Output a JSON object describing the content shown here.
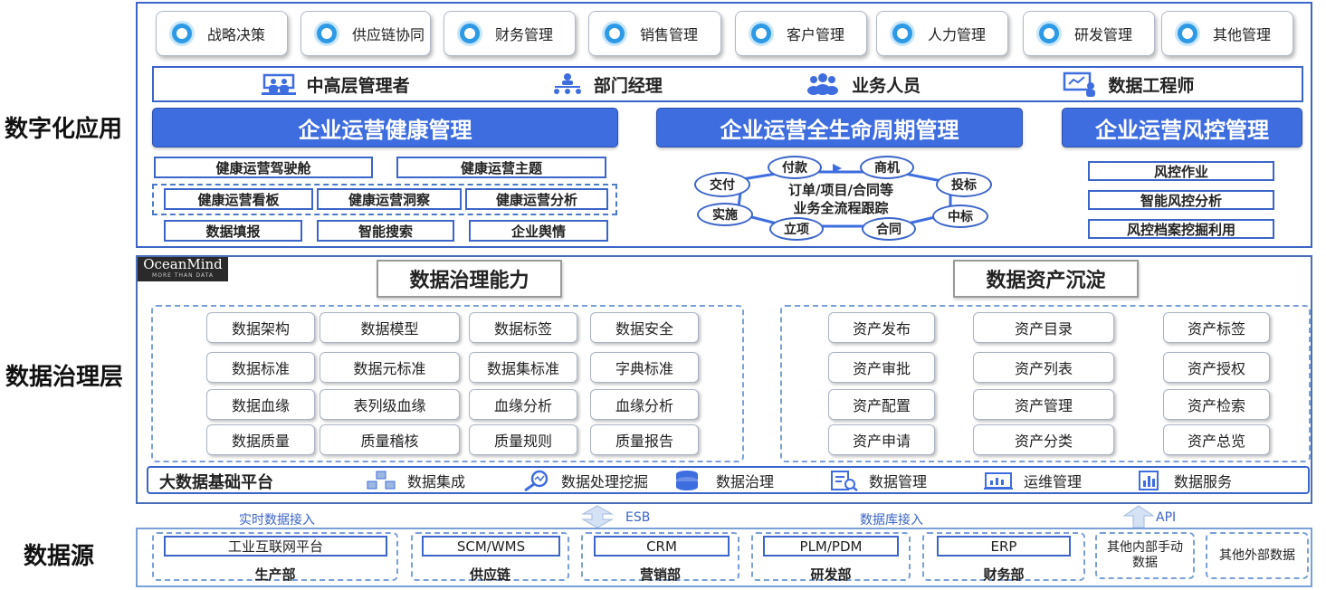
{
  "layers": {
    "application": "数字化应用",
    "governance": "数据治理层",
    "source": "数据源"
  },
  "apps": [
    "战略决策",
    "供应链协同",
    "财务管理",
    "销售管理",
    "客户管理",
    "人力管理",
    "研发管理",
    "其他管理"
  ],
  "roles": [
    "中高层管理者",
    "部门经理",
    "业务人员",
    "数据工程师"
  ],
  "banners": {
    "health": "企业运营健康管理",
    "lifecycle": "企业运营全生命周期管理",
    "risk": "企业运营风控管理"
  },
  "health_items": {
    "row1": [
      "健康运营驾驶舱",
      "健康运营主题"
    ],
    "row2": [
      "健康运营看板",
      "健康运营洞察",
      "健康运营分析"
    ],
    "row3": [
      "数据填报",
      "智能搜索",
      "企业舆情"
    ]
  },
  "lifecycle": {
    "center_line1": "订单/项目/合同等",
    "center_line2": "业务全流程跟踪",
    "nodes": [
      "付款",
      "商机",
      "投标",
      "中标",
      "合同",
      "立项",
      "实施",
      "交付"
    ]
  },
  "risk_items": [
    "风控作业",
    "智能风控分析",
    "风控档案挖掘利用"
  ],
  "logo": {
    "name": "OceanMind",
    "tagline": "MORE THAN DATA"
  },
  "governance_title": "数据治理能力",
  "governance_items": [
    [
      "数据架构",
      "数据模型",
      "数据标签",
      "数据安全"
    ],
    [
      "数据标准",
      "数据元标准",
      "数据集标准",
      "字典标准"
    ],
    [
      "数据血缘",
      "表列级血缘",
      "血缘分析",
      "血缘分析"
    ],
    [
      "数据质量",
      "质量稽核",
      "质量规则",
      "质量报告"
    ]
  ],
  "asset_title": "数据资产沉淀",
  "asset_items": [
    [
      "资产发布",
      "资产目录",
      "资产标签"
    ],
    [
      "资产审批",
      "资产列表",
      "资产授权"
    ],
    [
      "资产配置",
      "资产管理",
      "资产检索"
    ],
    [
      "资产申请",
      "资产分类",
      "资产总览"
    ]
  ],
  "platform": {
    "title": "大数据基础平台",
    "items": [
      "数据集成",
      "数据处理挖掘",
      "数据治理",
      "数据管理",
      "运维管理",
      "数据服务"
    ]
  },
  "ingest": {
    "realtime": "实时数据接入",
    "esb": "ESB",
    "db": "数据库接入",
    "api": "API"
  },
  "sources": [
    {
      "system": "工业互联网平台",
      "dept": "生产部"
    },
    {
      "system": "SCM/WMS",
      "dept": "供应链"
    },
    {
      "system": "CRM",
      "dept": "营销部"
    },
    {
      "system": "PLM/PDM",
      "dept": "研发部"
    },
    {
      "system": "ERP",
      "dept": "财务部"
    }
  ],
  "other_sources": [
    "其他内部手动数据",
    "其他外部数据"
  ],
  "colors": {
    "primary": "#3e6de0",
    "border": "#3b65c8",
    "icon": "#2e9ae6"
  }
}
